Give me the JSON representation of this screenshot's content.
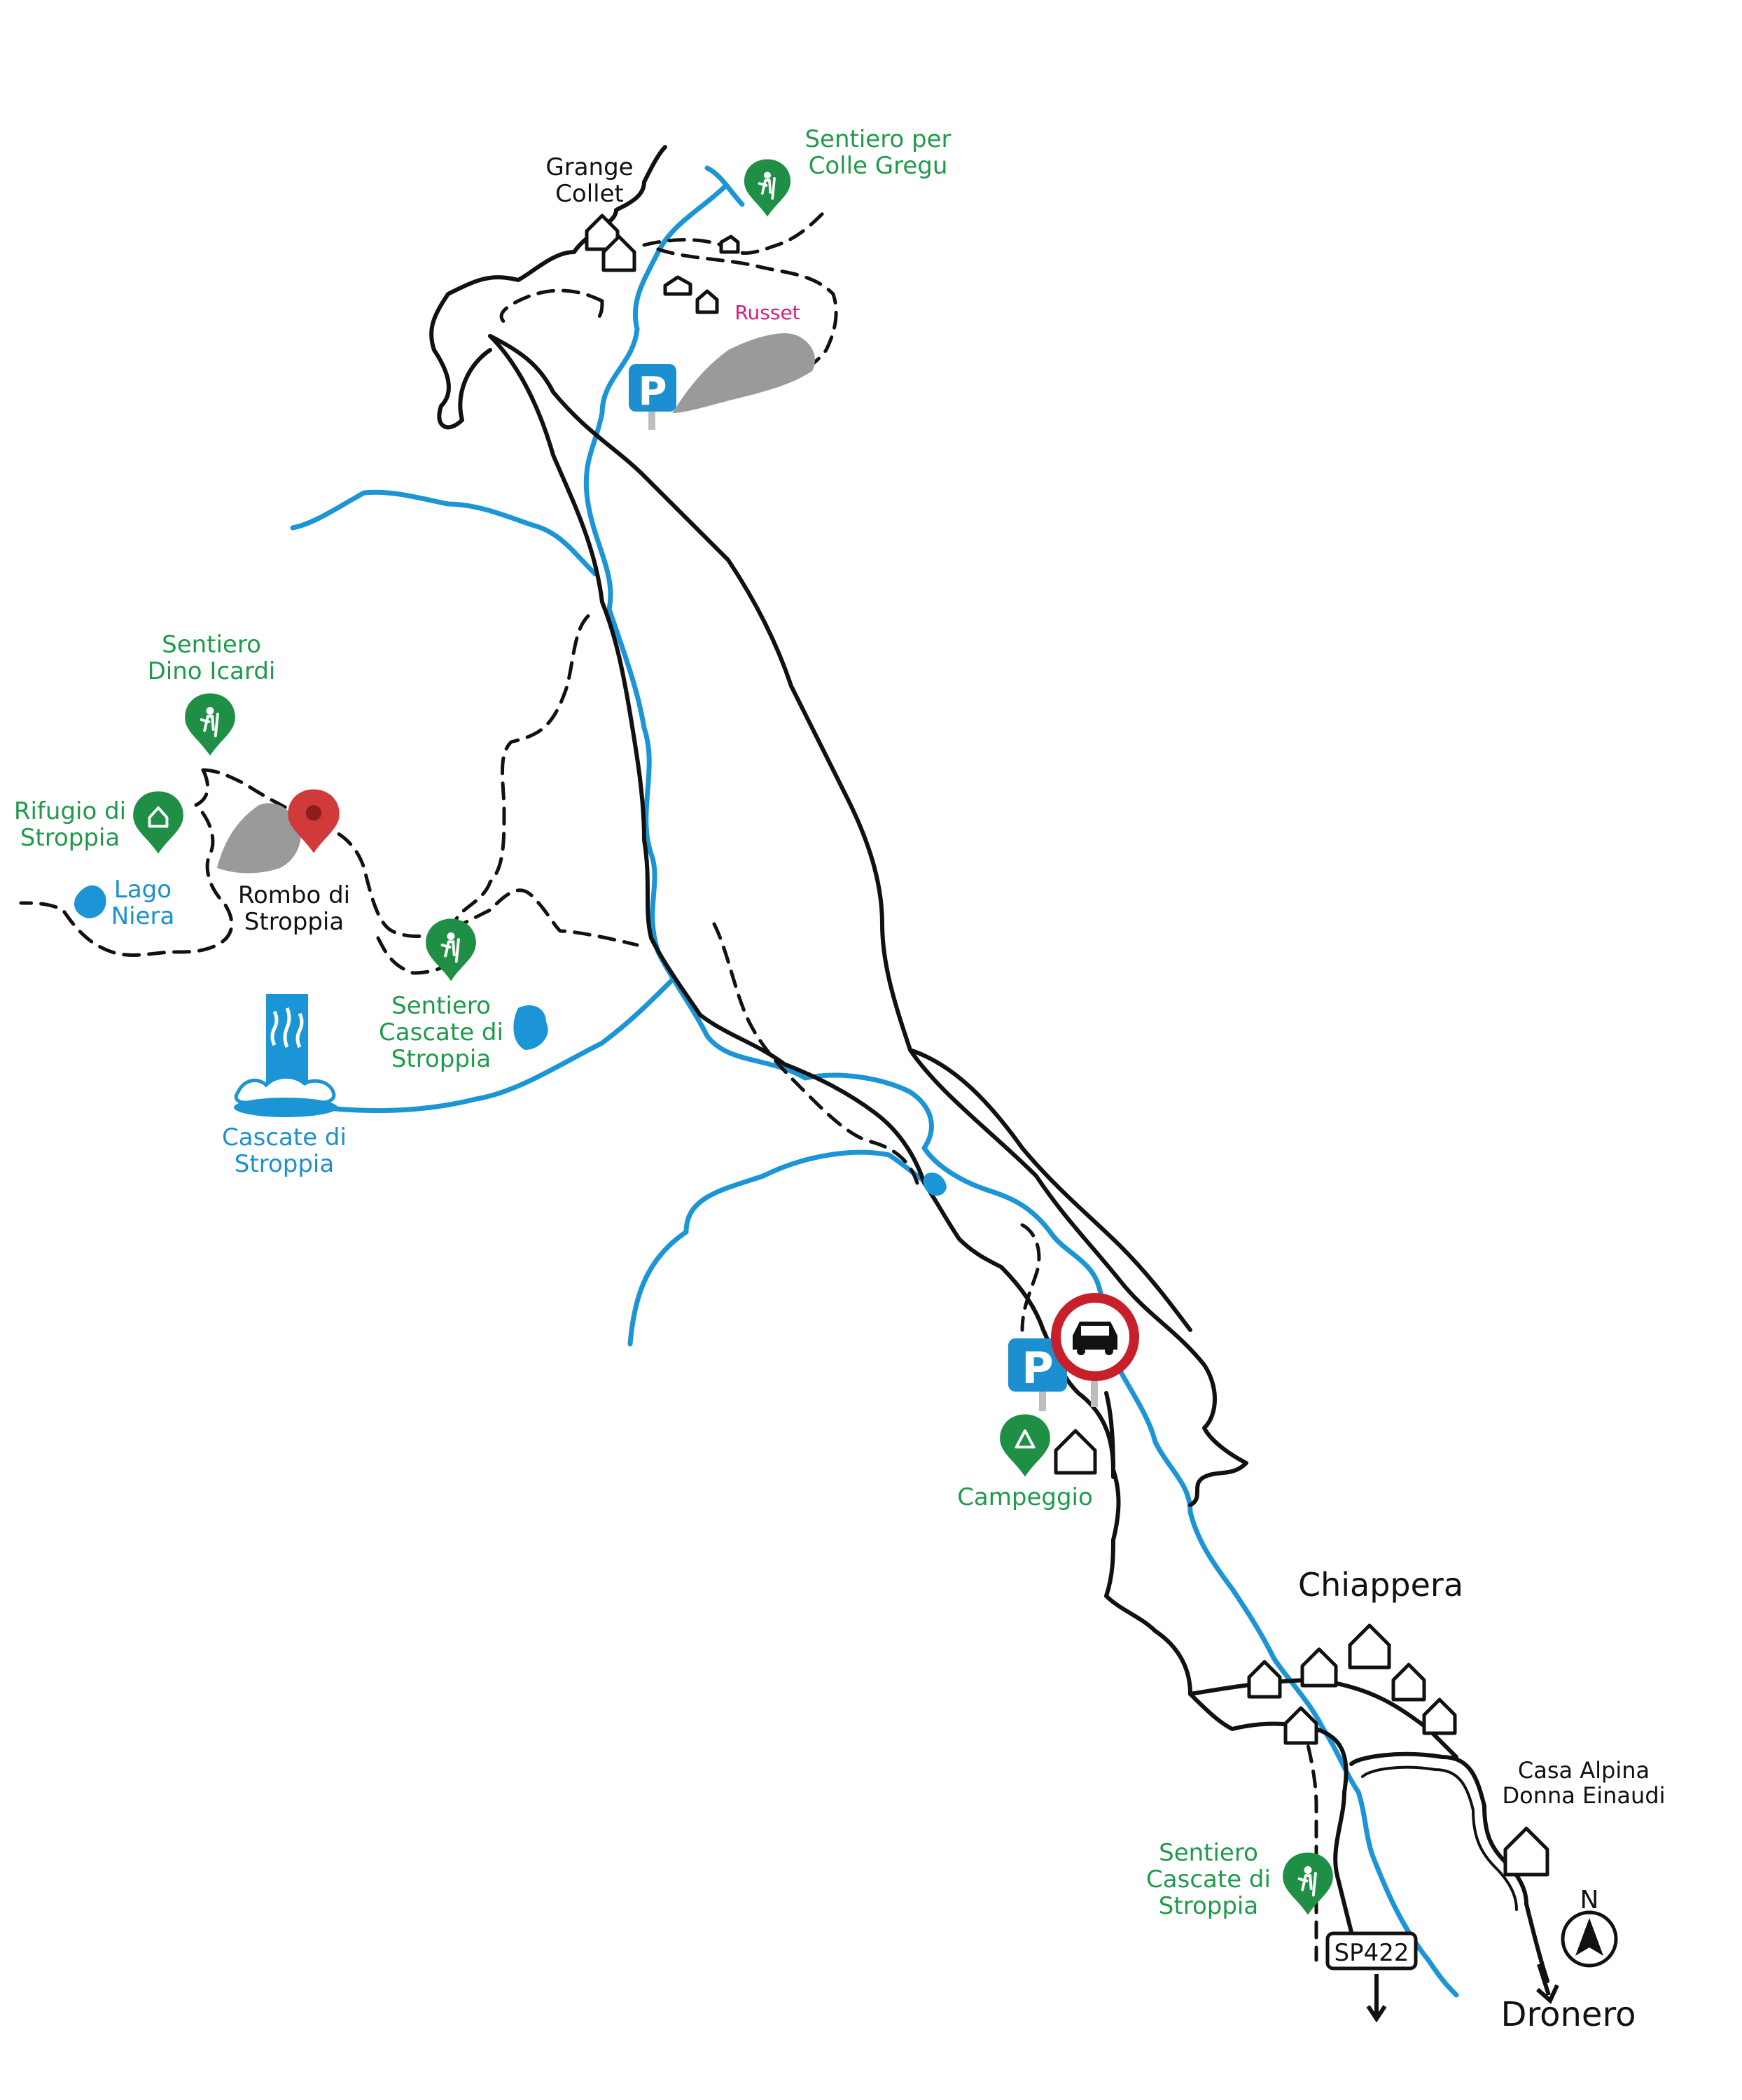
{
  "labels": {
    "grange_collet": [
      "Grange",
      "Collet"
    ],
    "sentiero_colle_gregu": [
      "Sentiero per",
      "Colle Gregu"
    ],
    "russet": "Russet",
    "sentiero_dino_icardi": [
      "Sentiero",
      "Dino Icardi"
    ],
    "rifugio_stroppia": [
      "Rifugio di",
      "Stroppia"
    ],
    "lago_niera": [
      "Lago",
      "Niera"
    ],
    "rombo_stroppia": [
      "Rombo di",
      "Stroppia"
    ],
    "sentiero_cascate_1": [
      "Sentiero",
      "Cascate di",
      "Stroppia"
    ],
    "cascate_stroppia": [
      "Cascate di",
      "Stroppia"
    ],
    "campeggio": "Campeggio",
    "chiappera": "Chiappera",
    "casa_alpina": [
      "Casa Alpina",
      "Donna Einaudi"
    ],
    "sentiero_cascate_2": [
      "Sentiero",
      "Cascate di",
      "Stroppia"
    ],
    "sp422": "SP422",
    "dronero": "Dronero",
    "north": "N",
    "parking": "P"
  },
  "colors": {
    "river": "#1b95d6",
    "road": "#111111",
    "trail_label": "#1f9a4c",
    "water_label": "#1b8fd0",
    "place_label": "#111111",
    "hamlet_label": "#d81b7a",
    "marker_green": "#1f8f45",
    "marker_red": "#d13a3a",
    "parking_sign": "#1b8fd0",
    "no_cars_ring": "#c7202b",
    "rock": "#9a9a9a"
  },
  "icons": [
    "hiker-marker-icon",
    "hut-marker-icon",
    "tent-marker-icon",
    "location-pin-icon",
    "parking-sign-icon",
    "no-cars-sign-icon",
    "waterfall-icon",
    "house-icon",
    "north-arrow-icon",
    "rock-outcrop-icon"
  ]
}
